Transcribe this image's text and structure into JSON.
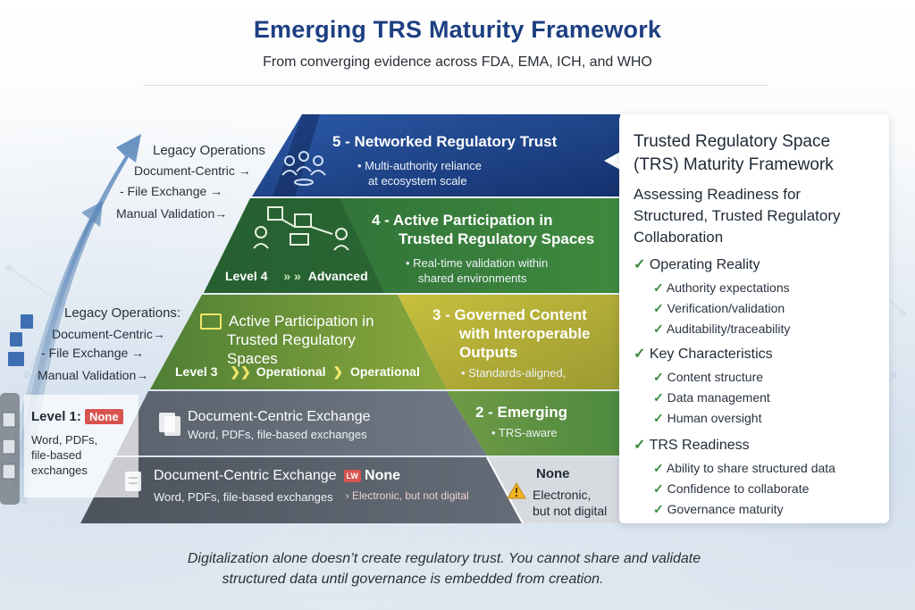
{
  "header": {
    "title": "Emerging TRS Maturity Framework",
    "subtitle": "From converging evidence across FDA, EMA, ICH, and WHO"
  },
  "legacy_top": {
    "title": "Legacy Operations",
    "items": [
      "Document-Centric →",
      "- File Exchange →",
      "Manual Validation→"
    ]
  },
  "legacy_mid": {
    "title": "Legacy Operations:",
    "items": [
      "Document-Centric→",
      "- File Exchange →",
      "Manual Validation→"
    ]
  },
  "level1": {
    "label": "Level 1:",
    "badge": "None",
    "desc_lines": [
      "Word, PDFs,",
      "file-based",
      "exchanges"
    ]
  },
  "tiers": {
    "t5": {
      "title": "5 - Networked Regulatory Trust",
      "bullet_lines": [
        "• Multi-authority reliance",
        "at ecosystem scale"
      ]
    },
    "t4": {
      "title_lines": [
        "4 - Active Participation in",
        "Trusted Regulatory Spaces"
      ],
      "bullet_lines": [
        "• Real-time validation within",
        "shared environments"
      ],
      "level_label": "Level 4",
      "level_arrows": "» »",
      "level_value": "Advanced"
    },
    "t3_left": {
      "title_lines": [
        "Active Participation in",
        "Trusted Regulatory Spaces"
      ],
      "level_label": "Level 3",
      "level_value_1": "Operational",
      "level_value_2": "Operational"
    },
    "t3_right": {
      "title_lines": [
        "3 - Governed Content",
        "with Interoperable",
        "Outputs"
      ],
      "bullet": "• Standards-aligned,"
    },
    "t2_left": {
      "title": "Document-Centric Exchange",
      "sub": "Word, PDFs, file-based exchanges"
    },
    "t2_right": {
      "title": "2 - Emerging",
      "bullet": "• TRS-aware"
    },
    "t1_left": {
      "title": "Document-Centric Exchange",
      "badge_small": "LW",
      "badge_word": "None",
      "sub": "Word, PDFs, file-based exchanges",
      "sub_right": "Electronic, but not digital"
    },
    "t1_right": {
      "title": "None",
      "sub_lines": [
        "Electronic,",
        "but not digital"
      ]
    }
  },
  "panel": {
    "heading_lines": [
      "Trusted Regulatory Space",
      "(TRS) Maturity Framework"
    ],
    "subheading_lines": [
      "Assessing Readiness for",
      "Structured, Trusted Regulatory",
      "Collaboration"
    ],
    "sections": [
      {
        "title": "Operating Reality",
        "items": [
          "Authority expectations",
          "Verification/validation",
          "Auditability/traceability"
        ]
      },
      {
        "title": "Key Characteristics",
        "items": [
          "Content structure",
          "Data management",
          "Human oversight"
        ]
      },
      {
        "title": "TRS Readiness",
        "items": [
          "Ability to share structured data",
          "Confidence to collaborate",
          "Governance maturity"
        ]
      }
    ]
  },
  "footer": {
    "lines": [
      "Digitalization alone doesn’t create regulatory trust. You cannot share and validate",
      "structured data until governance is embedded from creation."
    ]
  },
  "colors": {
    "navy": "#1b3d85",
    "green_dark": "#2f6f3a",
    "green_mid": "#6a9a3a",
    "olive": "#b3b23a",
    "gray_dark": "#525a66",
    "gray_mid": "#6b737e",
    "accent_red": "#d9534f",
    "title_blue": "#1d3f82"
  }
}
